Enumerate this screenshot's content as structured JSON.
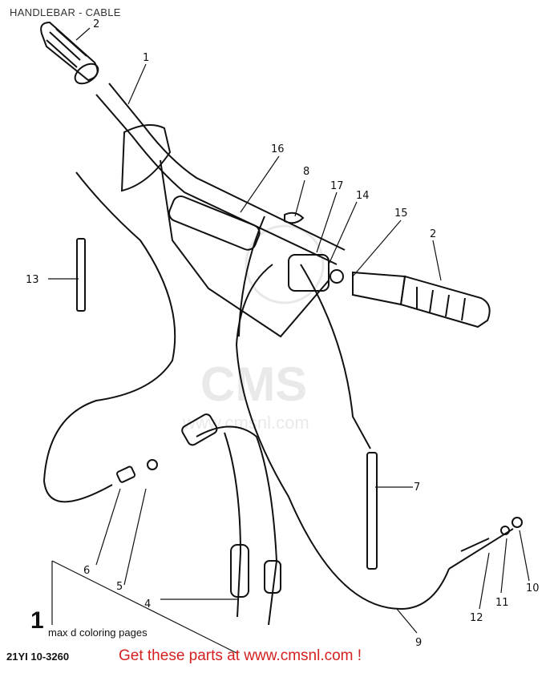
{
  "page_title": "HANDLEBAR - CABLE",
  "part_number": "21YI 10-3260",
  "caption": "max d coloring pages",
  "logo_mark": "1",
  "promo": {
    "text": "Get these parts at www.cmsnl.com !",
    "color": "#d42020"
  },
  "watermark_text": "www.cmsnl.com",
  "callouts": [
    "1",
    "2",
    "2",
    "4",
    "5",
    "6",
    "7",
    "8",
    "9",
    "10",
    "11",
    "12",
    "13",
    "14",
    "15",
    "16",
    "17"
  ]
}
